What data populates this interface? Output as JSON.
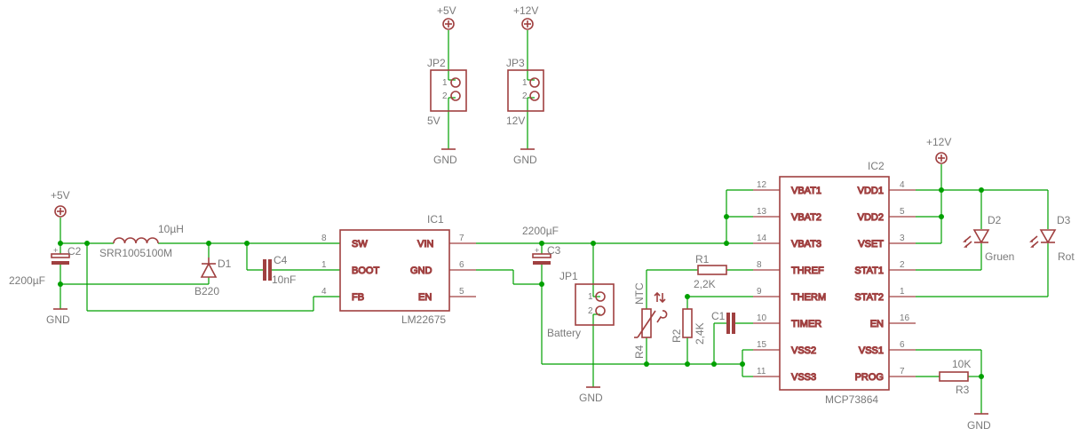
{
  "supplies": {
    "p5v_a": "+5V",
    "p12v_a": "+12V",
    "p5v_b": "+5V",
    "p12v_b": "+12V"
  },
  "grounds": {
    "label": "GND"
  },
  "jumpers": {
    "jp2": {
      "name": "JP2",
      "value": "5V",
      "pin1": "1",
      "pin2": "2"
    },
    "jp3": {
      "name": "JP3",
      "value": "12V",
      "pin1": "1",
      "pin2": "2"
    },
    "jp1": {
      "name": "JP1",
      "value": "Battery",
      "pin1": "1",
      "pin2": "2"
    }
  },
  "components": {
    "c2": {
      "name": "C2",
      "value": "2200µF"
    },
    "l1": {
      "name": "SRR1005100M",
      "value": "10µH"
    },
    "d1": {
      "name": "D1",
      "value": "B220"
    },
    "c4": {
      "name": "C4",
      "value": "10nF"
    },
    "c3": {
      "name": "C3",
      "value": "2200µF"
    },
    "r1": {
      "name": "R1",
      "value": "2,2K"
    },
    "r2": {
      "name": "R2",
      "value": "2,4K"
    },
    "r4": {
      "name": "R4",
      "value": "NTC"
    },
    "c1": {
      "name": "C1"
    },
    "r3": {
      "name": "R3",
      "value": "10K"
    },
    "d2": {
      "name": "D2",
      "value": "Gruen"
    },
    "d3": {
      "name": "D3",
      "value": "Rot"
    }
  },
  "ic1": {
    "ref": "IC1",
    "part": "LM22675",
    "pins": [
      {
        "name": "SW",
        "num": "8"
      },
      {
        "name": "BOOT",
        "num": "1"
      },
      {
        "name": "FB",
        "num": "4"
      },
      {
        "name": "VIN",
        "num": "7"
      },
      {
        "name": "GND",
        "num": "6"
      },
      {
        "name": "EN",
        "num": "5"
      }
    ]
  },
  "ic2": {
    "ref": "IC2",
    "part": "MCP73864",
    "left_pins": [
      {
        "name": "VBAT1",
        "num": "12"
      },
      {
        "name": "VBAT2",
        "num": "13"
      },
      {
        "name": "VBAT3",
        "num": "14"
      },
      {
        "name": "THREF",
        "num": "8"
      },
      {
        "name": "THERM",
        "num": "9"
      },
      {
        "name": "TIMER",
        "num": "10"
      },
      {
        "name": "VSS2",
        "num": "15"
      },
      {
        "name": "VSS3",
        "num": "11"
      }
    ],
    "right_pins": [
      {
        "name": "VDD1",
        "num": "4"
      },
      {
        "name": "VDD2",
        "num": "5"
      },
      {
        "name": "VSET",
        "num": "3"
      },
      {
        "name": "STAT1",
        "num": "2"
      },
      {
        "name": "STAT2",
        "num": "1"
      },
      {
        "name": "EN",
        "num": "16"
      },
      {
        "name": "VSS1",
        "num": "6"
      },
      {
        "name": "PROG",
        "num": "7"
      }
    ]
  }
}
